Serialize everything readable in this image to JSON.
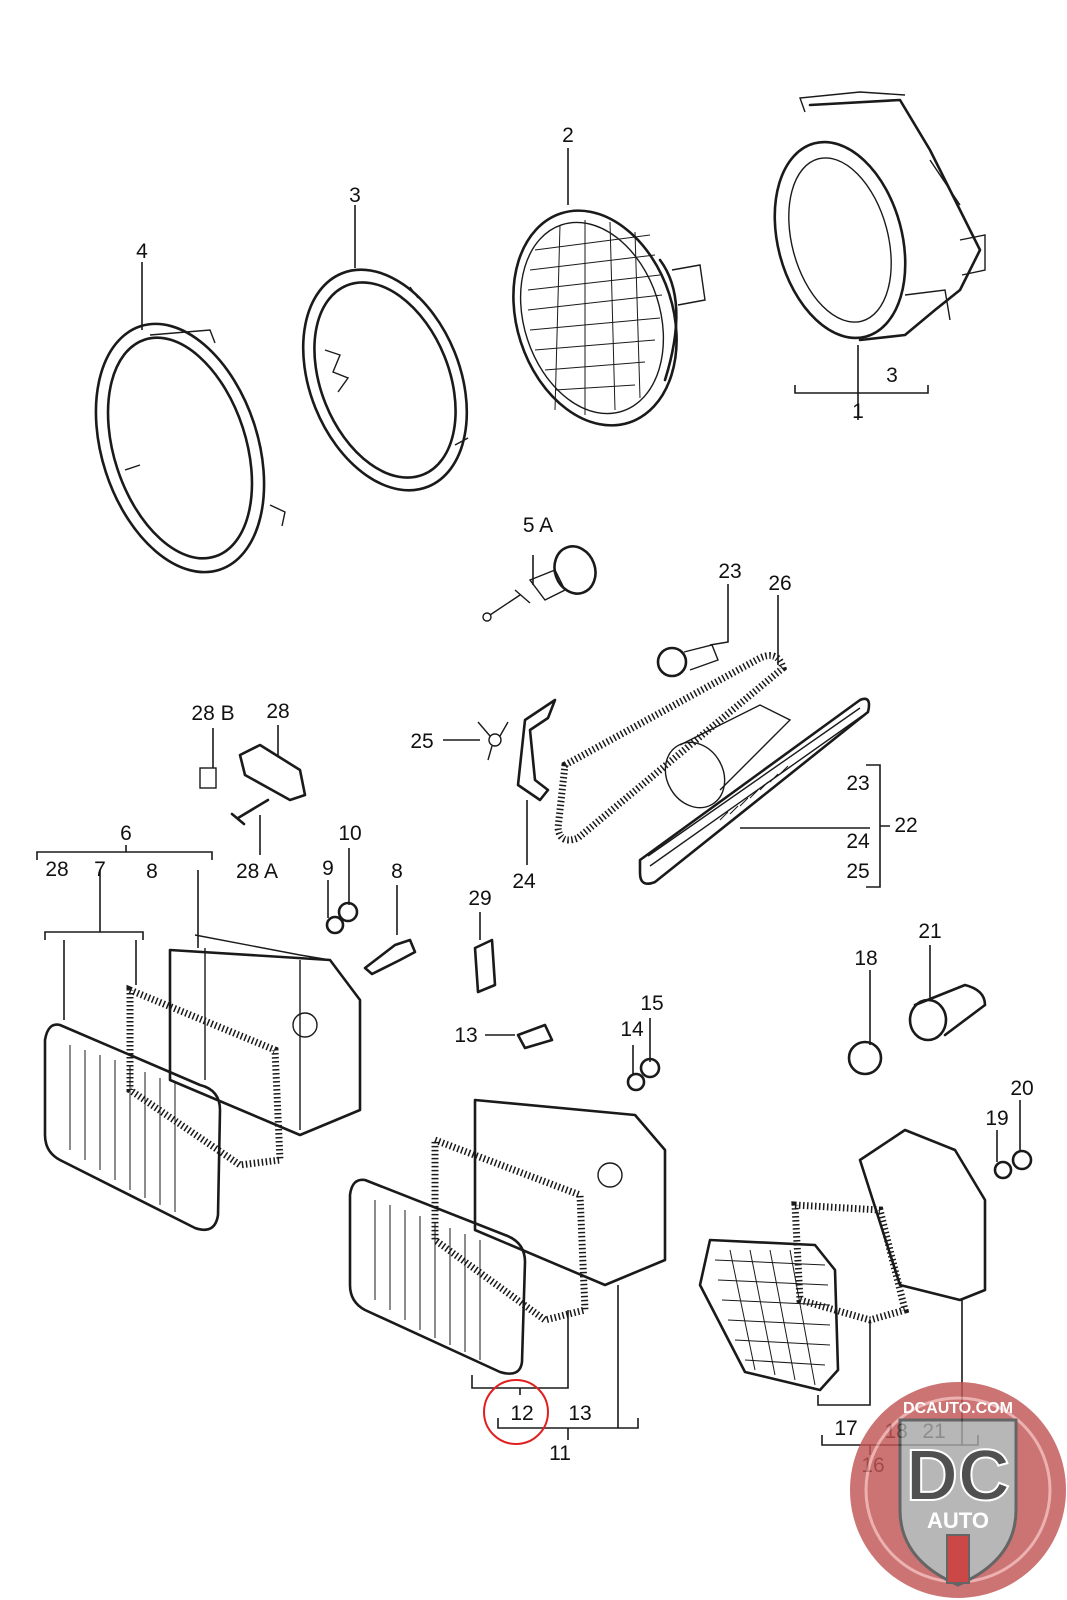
{
  "labels": {
    "p1": "1",
    "p2": "2",
    "p3a": "3",
    "p3b": "3",
    "p4": "4",
    "p5a": "5 A",
    "p6": "6",
    "p7": "7",
    "p8a": "8",
    "p8b": "8",
    "p9": "9",
    "p10": "10",
    "p11": "11",
    "p12": "12",
    "p13a": "13",
    "p13b": "13",
    "p14": "14",
    "p15": "15",
    "p16": "16",
    "p17": "17",
    "p18a": "18",
    "p18b": "18",
    "p19": "19",
    "p20": "20",
    "p21a": "21",
    "p21b": "21",
    "p22": "22",
    "p23a": "23",
    "p23b": "23",
    "p24a": "24",
    "p24b": "24",
    "p25a": "25",
    "p25b": "25",
    "p26": "26",
    "p28": "28",
    "p28b": "28 B",
    "p28a": "28 A",
    "p28c": "28",
    "p29": "29"
  },
  "highlight": {
    "label": "12",
    "color": "#e02020"
  },
  "watermark": {
    "site": "DCAUTO.COM",
    "letters": "DC",
    "sub": "AUTO",
    "colors": {
      "ring": "#b94a4a",
      "inner": "#c85a5a",
      "shield": "#9a9a9a"
    }
  }
}
